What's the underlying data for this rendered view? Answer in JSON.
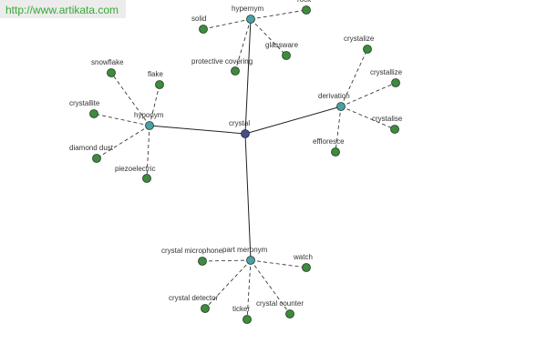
{
  "watermark": "http://www.artikata.com",
  "colors": {
    "center_node": "#4a4a8c",
    "relation_node": "#4a9fa8",
    "leaf_node": "#3f8a3f",
    "edge": "#222222",
    "label": "#333333"
  },
  "center": {
    "label": "crystal"
  },
  "relations": [
    {
      "id": "hypernym",
      "label": "hypernym",
      "leaves": [
        "solid",
        "rock",
        "glassware",
        "protective covering"
      ]
    },
    {
      "id": "hyponym",
      "label": "hyponym",
      "leaves": [
        "snowflake",
        "flake",
        "crystallite",
        "diamond dust",
        "piezoelectric"
      ]
    },
    {
      "id": "derivation",
      "label": "derivation",
      "leaves": [
        "crystalize",
        "crystallize",
        "crystalise",
        "effloresce"
      ]
    },
    {
      "id": "part-meronym",
      "label": "part meronym",
      "leaves": [
        "crystal microphone",
        "watch",
        "crystal detector",
        "ticker",
        "crystal counter"
      ]
    }
  ]
}
